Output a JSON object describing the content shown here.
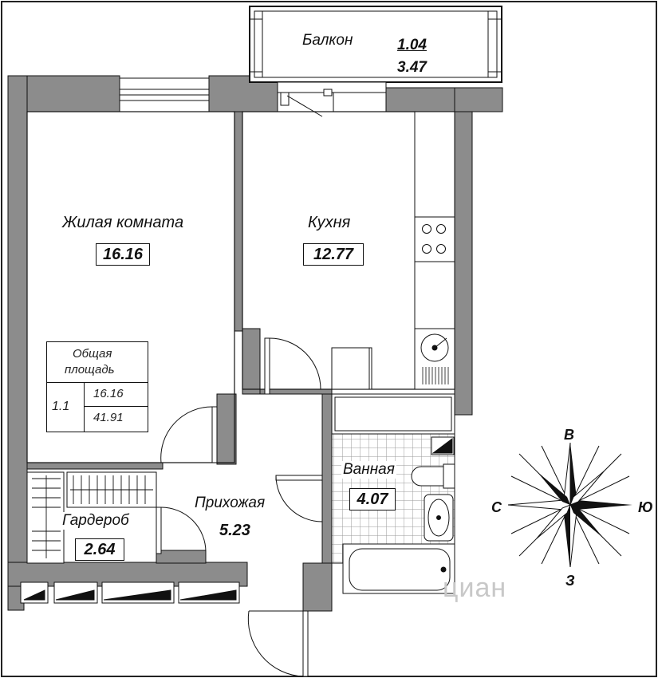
{
  "rooms": {
    "balcony": {
      "name": "Балкон",
      "area1": "1.04",
      "area2": "3.47"
    },
    "living": {
      "name": "Жилая комната",
      "area": "16.16"
    },
    "kitchen": {
      "name": "Кухня",
      "area": "12.77"
    },
    "bathroom": {
      "name": "Ванная",
      "area": "4.07"
    },
    "hallway": {
      "name": "Прихожая",
      "area": "5.23"
    },
    "wardrobe": {
      "name": "Гардероб",
      "area": "2.64"
    }
  },
  "summary": {
    "title_line1": "Общая",
    "title_line2": "площадь",
    "apt": "1.1",
    "living_area": "16.16",
    "total_area": "41.91"
  },
  "compass": {
    "north": "В",
    "south": "З",
    "west": "С",
    "east": "Ю"
  },
  "watermark": "циан",
  "colors": {
    "wall": "#8a8a8a",
    "line": "#111111",
    "tile": "#bdbdbd"
  }
}
